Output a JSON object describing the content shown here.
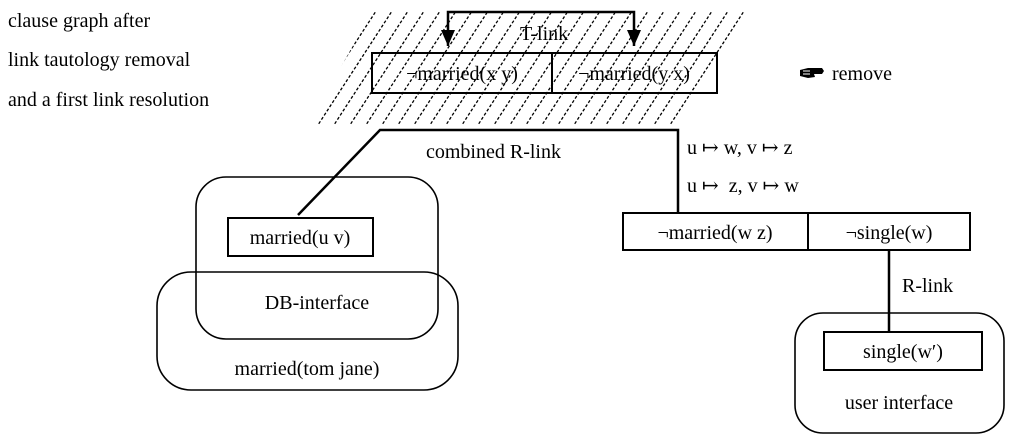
{
  "caption": {
    "line1": "clause graph after",
    "line2": "link tautology removal",
    "line3": "and a first link resolution"
  },
  "removed_clause": {
    "t_link_label": "T-link",
    "literal_left": "¬married(x y)",
    "literal_right": "¬married(y x)",
    "remove_icon": "pointing-hand-icon",
    "remove_label": "remove"
  },
  "combined_link": {
    "label": "combined R-link",
    "substitution_1": "u ↦ w, v ↦ z",
    "substitution_2": "u ↦  z, v ↦ w"
  },
  "db_side": {
    "query_literal": "married(u v)",
    "interface_label": "DB-interface",
    "fact_literal": "married(tom jane)"
  },
  "goal_clause": {
    "literal_left": "¬married(w z)",
    "literal_right": "¬single(w)"
  },
  "user_side": {
    "r_link_label": "R-link",
    "literal": "single(w′)",
    "interface_label": "user interface"
  }
}
